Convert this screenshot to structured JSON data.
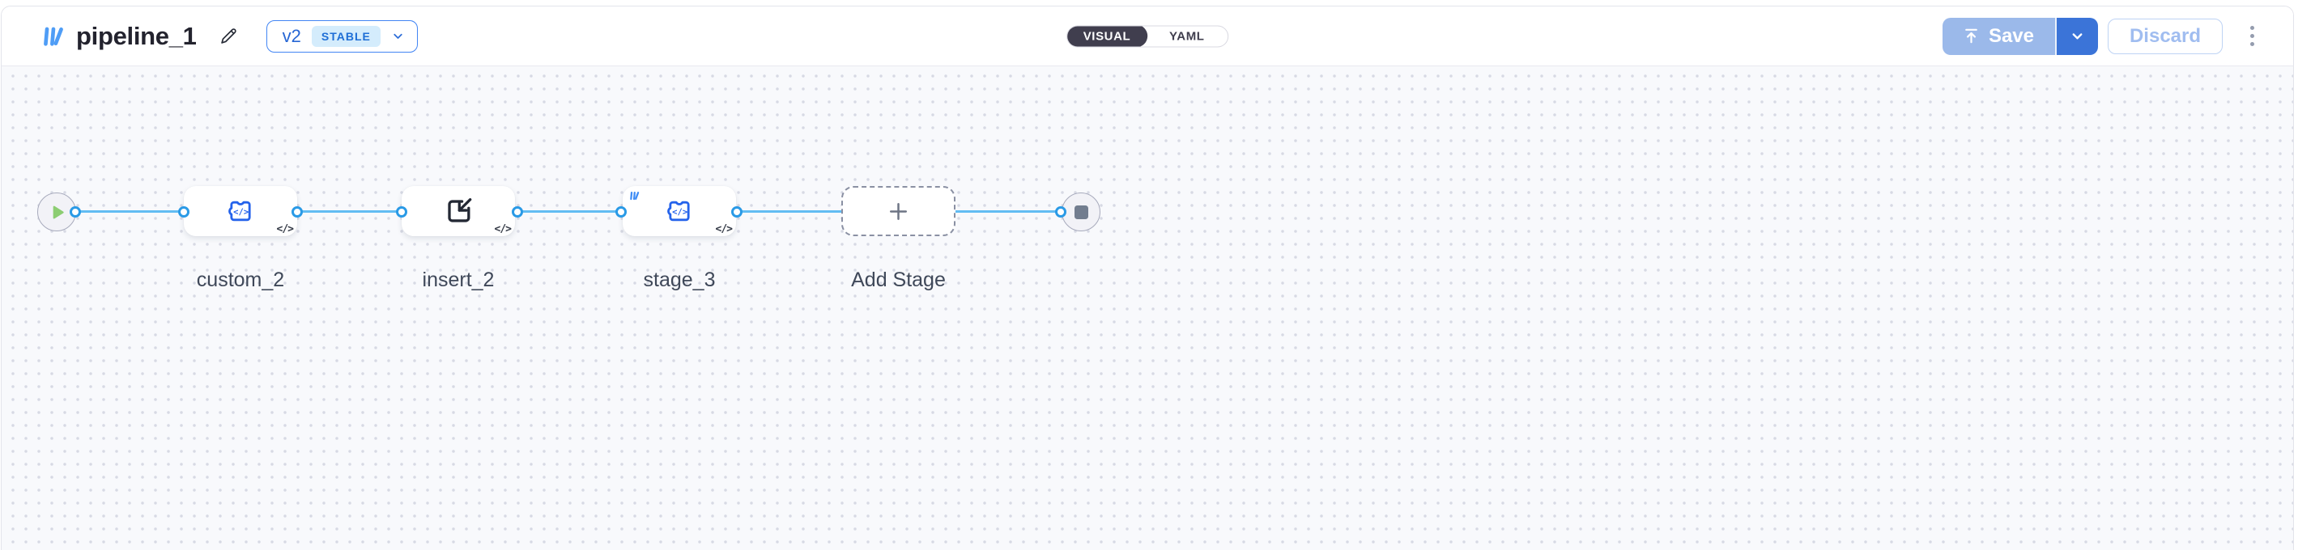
{
  "header": {
    "title": "pipeline_1",
    "logo_icon": "library-logo",
    "edit_icon": "pencil",
    "version_selector": {
      "version": "v2",
      "status_badge": "STABLE"
    },
    "view_toggle": {
      "visual": "VISUAL",
      "yaml": "YAML",
      "selected": "VISUAL"
    },
    "actions": {
      "save": "Save",
      "discard": "Discard",
      "more_menu": "kebab-menu"
    }
  },
  "canvas": {
    "start_node": "play",
    "end_node": "stop",
    "code_badge": "</>",
    "nodes": {
      "custom": {
        "label": "custom_2",
        "icon": "puzzle-code"
      },
      "insert": {
        "label": "insert_2",
        "icon": "box-arrow-in"
      },
      "stage": {
        "label": "stage_3",
        "icon": "puzzle-code",
        "corner_badge": "library-logo"
      },
      "add_stage": {
        "label": "Add Stage",
        "icon": "plus"
      }
    }
  },
  "colors": {
    "accent_blue": "#2a9ae6",
    "edge_blue": "#62bcf3",
    "icon_blue": "#2563eb",
    "brand_blue": "#4f9df6",
    "save_disabled": "#9bb9ea",
    "save_caret": "#3b74d8",
    "toggle_dark": "#403e4e",
    "status_badge_bg": "#d4ecfc",
    "status_badge_text": "#1e6ed6",
    "play_green": "#8ccd72",
    "stop_gray": "#727d8f",
    "canvas_bg": "#f8f9fc"
  }
}
